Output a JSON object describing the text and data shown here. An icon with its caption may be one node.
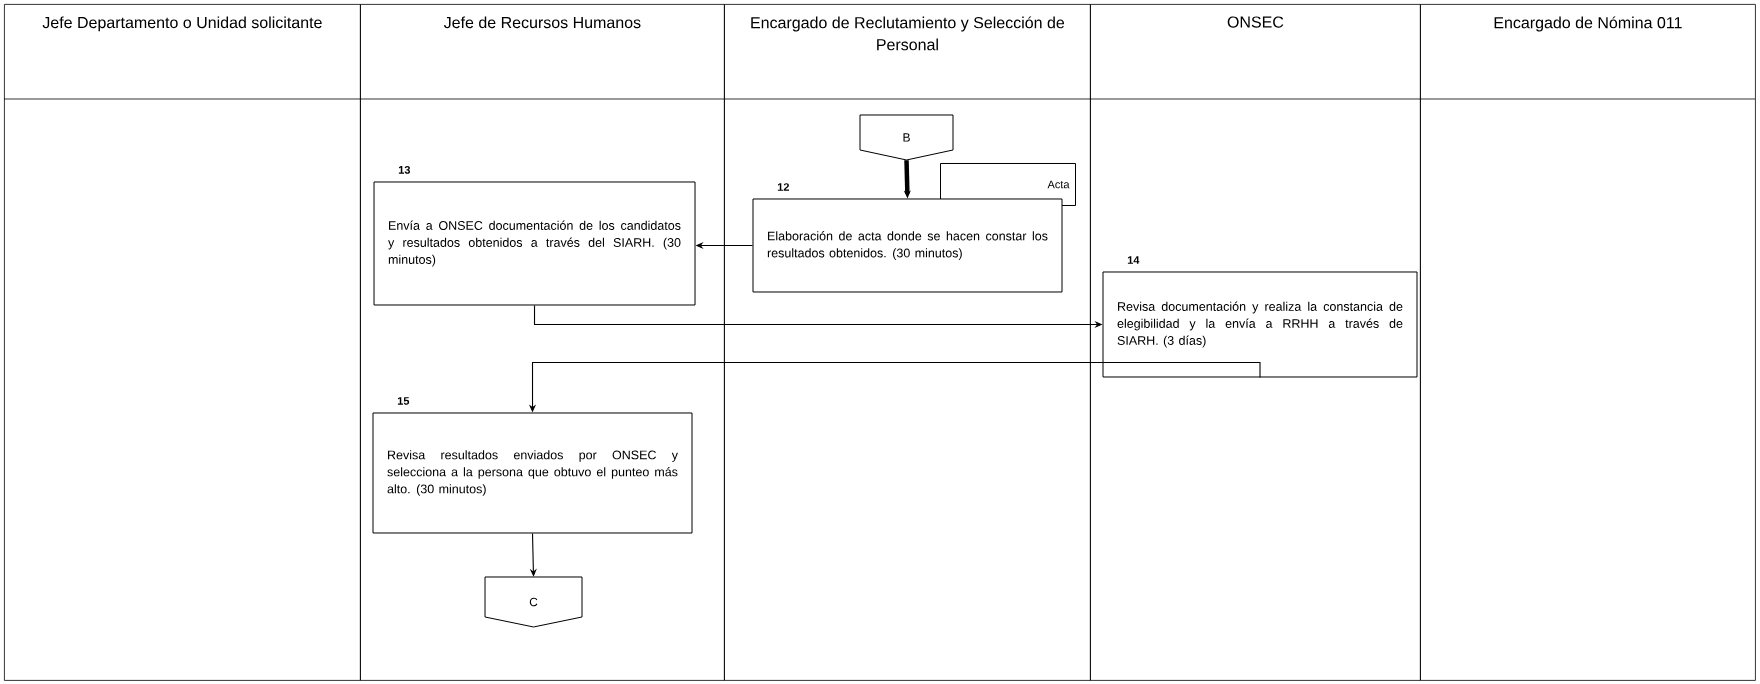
{
  "diagram": {
    "nodes": [
      {
        "text": [
          "Jefe Departamento o Unidad solicitante"
        ]
      },
      {
        "text": [
          "Jefe de Recursos Humanos"
        ]
      },
      {
        "text": [
          "Encargado de Reclutamiento y Selección de Personal"
        ]
      },
      {
        "text": [
          "ONSEC"
        ]
      },
      {
        "text": [
          "Encargado de Nómina 011"
        ]
      },
      {
        "text": [
          "B"
        ],
        "in": 2
      },
      {
        "text": [
          "Acta"
        ],
        "in": 2
      },
      {
        "text": [
          "Elaboración de acta donde se hacen constar los resultados obtenidos. (30 minutos)"
        ],
        "beside": [
          "12"
        ],
        "in": 2
      },
      {
        "text": [
          "Envía a ONSEC documentación de los candidatos y resultados obtenidos a través del SIARH. (30 minutos)"
        ],
        "beside": [
          "13"
        ],
        "in": 1
      },
      {
        "text": [
          "Revisa documentación y realiza la constancia de elegibilidad y la envía a RRHH a través de SIARH. (3 días)"
        ],
        "beside": [
          "14"
        ],
        "in": 3
      },
      {
        "text": [
          "Revisa resultados enviados por ONSEC y selecciona a la persona que obtuvo el punteo más alto. (30 minutos)"
        ],
        "beside": [
          "15"
        ],
        "in": 1
      },
      {
        "text": [
          "C"
        ],
        "in": 1
      }
    ],
    "edges": [
      {
        "from": 5,
        "to": 7,
        "arrow": "to",
        "style": "thick"
      },
      {
        "from": 7,
        "to": 8,
        "arrow": "to"
      },
      {
        "from": 8,
        "to": 9,
        "arrow": "to"
      },
      {
        "from": 9,
        "to": 10,
        "arrow": "to"
      },
      {
        "from": 10,
        "to": 11,
        "arrow": "to"
      }
    ]
  }
}
